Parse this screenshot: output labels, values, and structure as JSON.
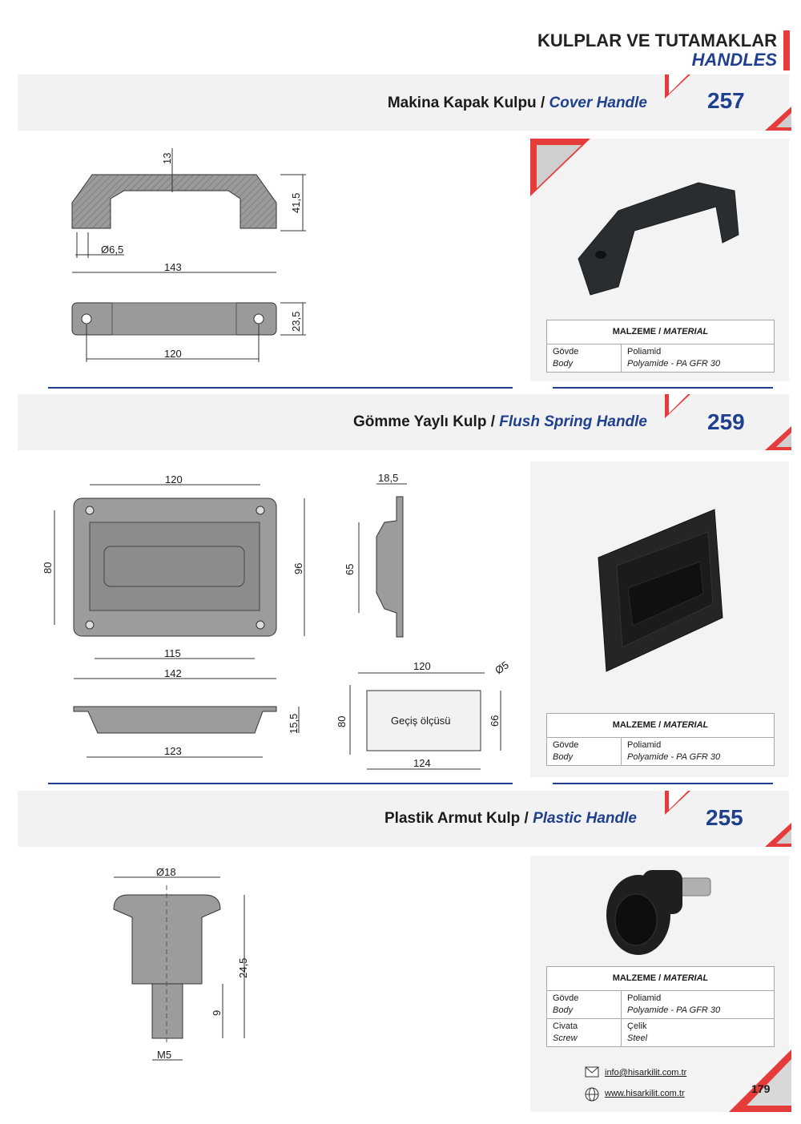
{
  "header": {
    "title": "KULPLAR VE TUTAMAKLAR",
    "subtitle": "HANDLES"
  },
  "products": [
    {
      "code": "257",
      "title_tr": "Makina Kapak Kulpu",
      "title_en": "Cover Handle",
      "dims": [
        "13",
        "41,5",
        "Ø6,5",
        "143",
        "23,5",
        "120"
      ],
      "material": {
        "heading_tr": "MALZEME",
        "heading_en": "MATERIAL",
        "rows": [
          {
            "part_tr": "Gövde",
            "part_en": "Body",
            "mat_tr": "Poliamid",
            "mat_en": "Polyamide - PA GFR 30"
          }
        ]
      }
    },
    {
      "code": "259",
      "title_tr": "Gömme Yaylı Kulp",
      "title_en": "Flush Spring Handle",
      "dims": [
        "120",
        "80",
        "96",
        "115",
        "142",
        "123",
        "15,5",
        "18,5",
        "65",
        "120",
        "Ø5",
        "80",
        "66",
        "124"
      ],
      "cutout_label": "Geçiş ölçüsü",
      "material": {
        "heading_tr": "MALZEME",
        "heading_en": "MATERIAL",
        "rows": [
          {
            "part_tr": "Gövde",
            "part_en": "Body",
            "mat_tr": "Poliamid",
            "mat_en": "Polyamide - PA GFR 30"
          }
        ]
      }
    },
    {
      "code": "255",
      "title_tr": "Plastik Armut Kulp",
      "title_en": "Plastic Handle",
      "dims": [
        "Ø18",
        "24,5",
        "9",
        "M5"
      ],
      "material": {
        "heading_tr": "MALZEME",
        "heading_en": "MATERIAL",
        "rows": [
          {
            "part_tr": "Gövde",
            "part_en": "Body",
            "mat_tr": "Poliamid",
            "mat_en": "Polyamide - PA GFR 30"
          },
          {
            "part_tr": "Civata",
            "part_en": "Screw",
            "mat_tr": "Çelik",
            "mat_en": "Steel"
          }
        ]
      }
    }
  ],
  "footer": {
    "email": "info@hisarkilit.com.tr",
    "website": "www.hisarkilit.com.tr",
    "page_number": "179"
  },
  "colors": {
    "accent_red": "#e63b3b",
    "brand_blue": "#1f3f8f",
    "band_gray": "#f2f2f2"
  },
  "icons": [
    "email-icon",
    "globe-icon"
  ]
}
